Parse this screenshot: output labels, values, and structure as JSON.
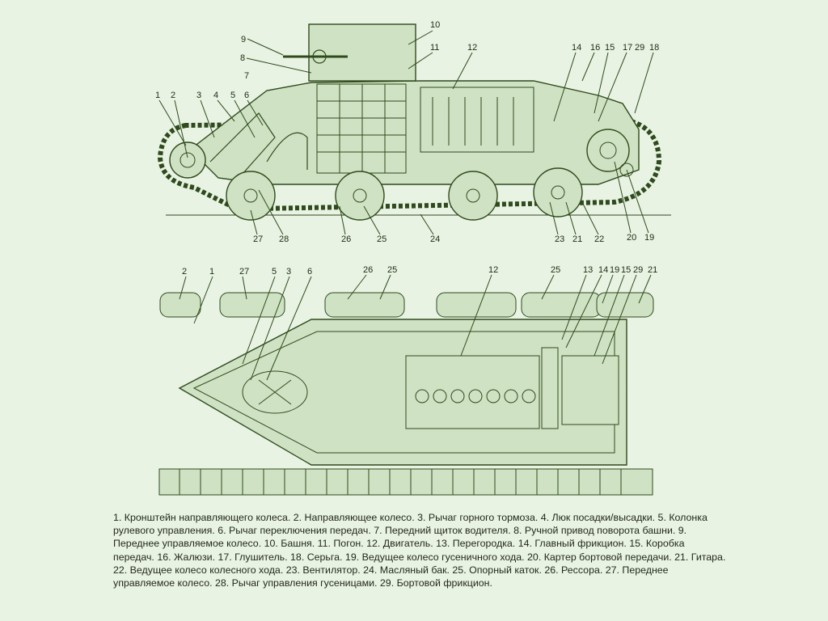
{
  "callouts_top": [
    "1",
    "2",
    "3",
    "4",
    "5",
    "6",
    "7",
    "8",
    "9",
    "10",
    "11",
    "12",
    "14",
    "16",
    "15",
    "17",
    "29",
    "18",
    "27",
    "28",
    "26",
    "25",
    "24",
    "23",
    "21",
    "22",
    "20",
    "19"
  ],
  "callouts_bottom": [
    "2",
    "1",
    "27",
    "5",
    "3",
    "6",
    "26",
    "25",
    "12",
    "25",
    "13",
    "14",
    "19",
    "15",
    "29",
    "21"
  ],
  "legend": [
    "1. Кронштейн направляющего колеса.",
    "2. Направляющее колесо.",
    "3. Рычаг горного тормоза.",
    "4. Люк посадки/высадки.",
    "5. Колонка рулевого управления.",
    "6. Рычаг переключения передач.",
    "7. Передний щиток водителя.",
    "8. Ручной привод поворота башни.",
    "9. Переднее управляемое колесо.",
    "10. Башня.",
    "11. Погон.",
    "12. Двигатель.",
    "13. Перегородка.",
    "14. Главный фрикцион.",
    "15. Коробка передач.",
    "16. Жалюзи.",
    "17. Глушитель.",
    "18. Серьга.",
    "19. Ведущее колесо гусеничного хода.",
    "20. Картер бортовой передачи.",
    "21. Гитара.",
    "22. Ведущее колесо колесного хода.",
    "23. Вентилятор.",
    "24. Масляный бак.",
    "25. Опорный каток.",
    "26. Рессора.",
    "27. Переднее управляемое колесо.",
    "28. Рычаг управления гусеницами.",
    "29. Бортовой фрикцион."
  ],
  "colors": {
    "background": "#e8f3e3",
    "line": "#2f4a1c",
    "fill": "#cfe3c4"
  }
}
